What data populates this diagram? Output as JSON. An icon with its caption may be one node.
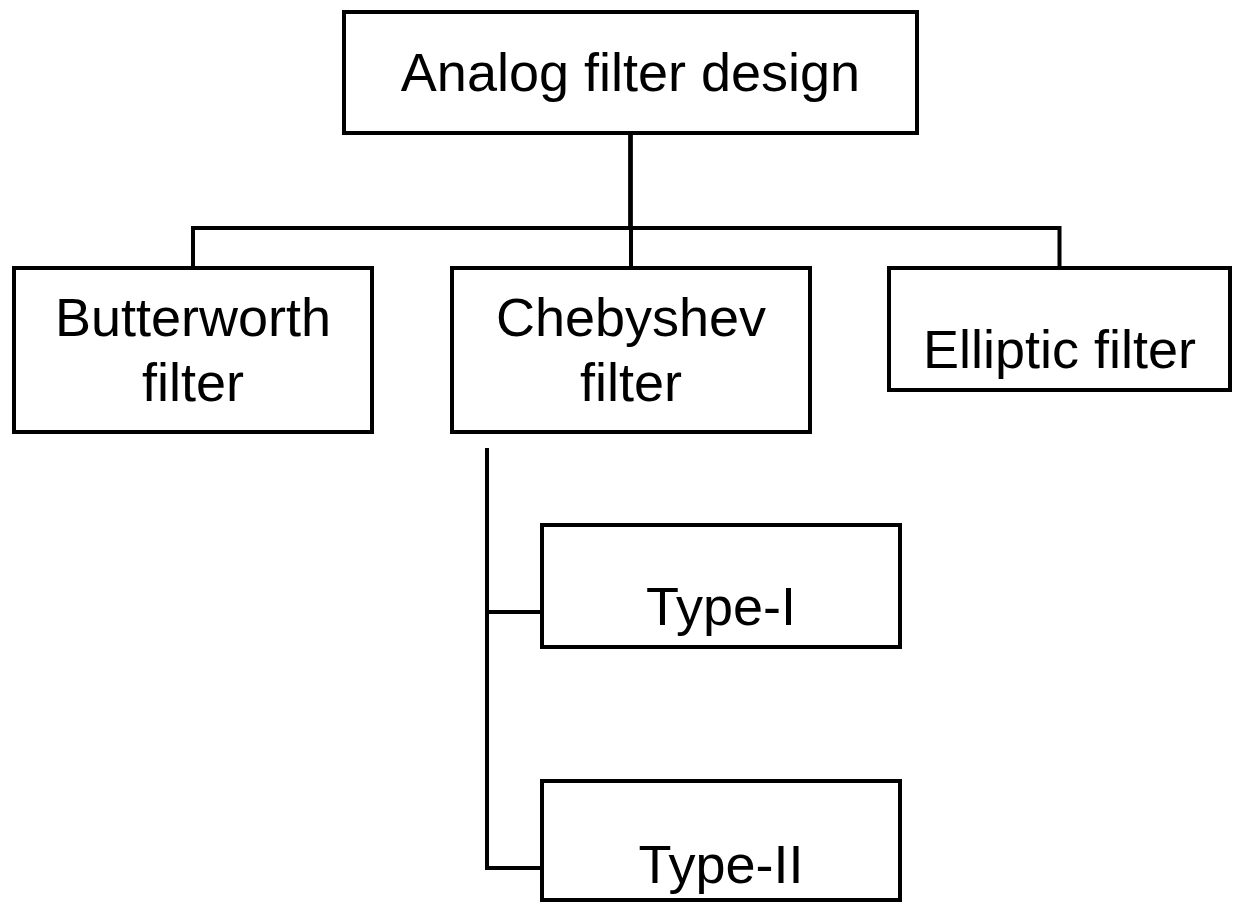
{
  "diagram": {
    "nodes": [
      {
        "text": [
          "Analog filter design"
        ]
      },
      {
        "text": [
          "Butterworth filter"
        ]
      },
      {
        "text": [
          "Chebyshev filter"
        ]
      },
      {
        "text": [
          "Elliptic filter"
        ]
      },
      {
        "text": [
          "Type-I"
        ]
      },
      {
        "text": [
          "Type-II"
        ]
      }
    ],
    "edges": [
      {
        "from": 0,
        "to": 1,
        "arrow": "none"
      },
      {
        "from": 0,
        "to": 2,
        "arrow": "none"
      },
      {
        "from": 0,
        "to": 3,
        "arrow": "none"
      },
      {
        "from": 2,
        "to": 4,
        "arrow": "none"
      },
      {
        "from": 2,
        "to": 5,
        "arrow": "none"
      }
    ]
  }
}
